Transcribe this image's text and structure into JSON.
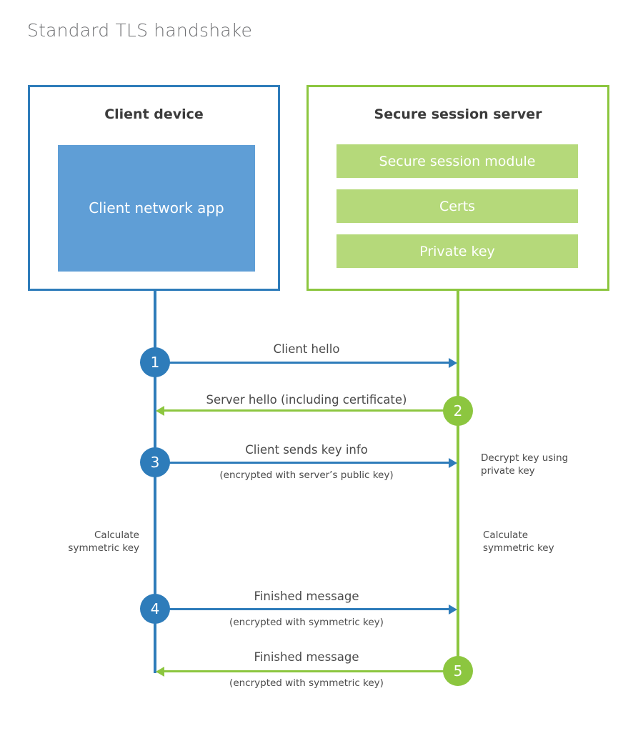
{
  "title": "Standard TLS handshake",
  "colors": {
    "client_blue": "#2e7cba",
    "client_app_fill": "#5f9ed6",
    "server_green": "#8cc63f",
    "server_bar_fill": "#b5d97a",
    "title_gray": "#6d6e71",
    "text_gray": "#4a4a4a",
    "background": "#ffffff"
  },
  "client_panel": {
    "title": "Client device",
    "app_label": "Client network app"
  },
  "server_panel": {
    "title": "Secure session server",
    "bars": [
      {
        "label": "Secure session module"
      },
      {
        "label": "Certs"
      },
      {
        "label": "Private key"
      }
    ]
  },
  "steps": [
    {
      "number": "1",
      "label": "Client hello",
      "sub_label": "",
      "direction": "client-to-server",
      "color": "#2e7cba"
    },
    {
      "number": "2",
      "label": "Server hello (including certificate)",
      "sub_label": "",
      "direction": "server-to-client",
      "color": "#8cc63f"
    },
    {
      "number": "3",
      "label": "Client sends key info",
      "sub_label": "(encrypted with server’s public key)",
      "direction": "client-to-server",
      "color": "#2e7cba"
    },
    {
      "number": "4",
      "label": "Finished message",
      "sub_label": "(encrypted with symmetric key)",
      "direction": "client-to-server",
      "color": "#2e7cba"
    },
    {
      "number": "5",
      "label": "Finished message",
      "sub_label": "(encrypted with symmetric key)",
      "direction": "server-to-client",
      "color": "#8cc63f"
    }
  ],
  "annotations": {
    "decrypt_note_line1": "Decrypt key using",
    "decrypt_note_line2": "private key",
    "client_calc_line1": "Calculate",
    "client_calc_line2": "symmetric key",
    "server_calc_line1": "Calculate",
    "server_calc_line2": "symmetric key"
  }
}
